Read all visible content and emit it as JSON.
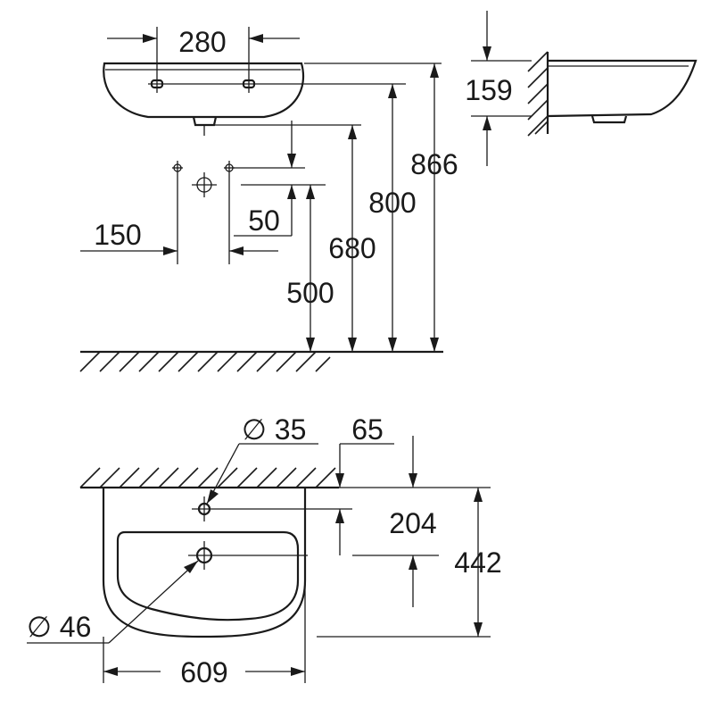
{
  "dimensions": {
    "hole_spacing": "280",
    "wall_depth": "159",
    "total_height": "866",
    "rim_height": "800",
    "supply_height": "680",
    "waste_height": "500",
    "supply_offset": "50",
    "supply_spacing": "150",
    "tap_hole_dia": "∅ 35",
    "tap_hole_offset": "65",
    "waste_depth": "204",
    "basin_depth": "442",
    "waste_dia": "∅ 46",
    "basin_width": "609"
  }
}
